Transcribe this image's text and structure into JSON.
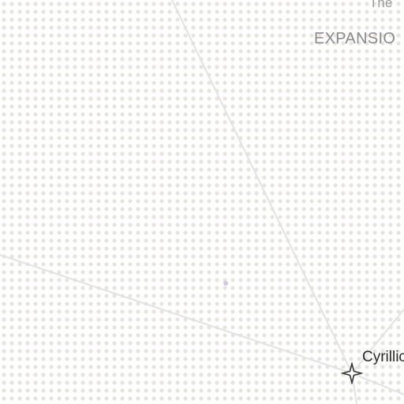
{
  "labels": {
    "top_partial": "The",
    "section": "EXPANSIO",
    "node": "Cyrillic"
  },
  "colors": {
    "background": "#ffffff",
    "dot_grid": "#e6e4dc",
    "connector_line": "#e2e2e2",
    "section_text": "#8a8a8a",
    "node_text": "#2a2a2a",
    "star_stroke": "#333333",
    "small_dot": "#c9cbe0"
  },
  "icons": {
    "node_marker": "four-point-star-icon",
    "minor_marker": "small-dot-icon"
  }
}
